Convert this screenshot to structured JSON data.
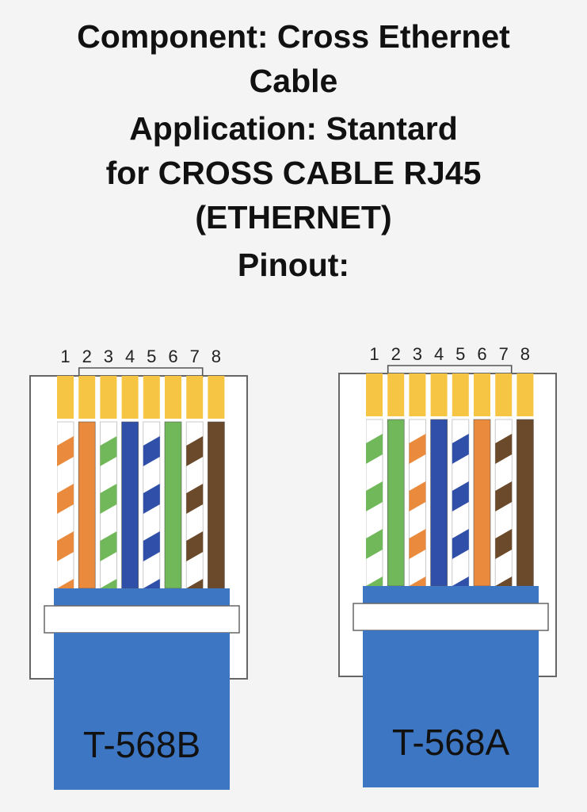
{
  "header": {
    "line1": "Component: Cross Ethernet",
    "line2": "Cable",
    "line3": "Application: Stantard",
    "line4": "for CROSS CABLE RJ45",
    "line5": "(ETHERNET)",
    "line6": "Pinout:"
  },
  "colors": {
    "background": "#f4f4f4",
    "pin_contact": "#f6c544",
    "connector_boot": "#3d76c2",
    "connector_outline": "#666666",
    "orange": "#e98a3d",
    "green": "#70b85a",
    "blue": "#2f4fa8",
    "brown": "#6b4a2b",
    "white": "#ffffff"
  },
  "connectors": [
    {
      "standard": "T-568B",
      "pin_numbers": [
        "1",
        "2",
        "3",
        "4",
        "5",
        "6",
        "7",
        "8"
      ],
      "wires": [
        {
          "pin": 1,
          "color": "orange",
          "striped": true
        },
        {
          "pin": 2,
          "color": "orange",
          "striped": false
        },
        {
          "pin": 3,
          "color": "green",
          "striped": true
        },
        {
          "pin": 4,
          "color": "blue",
          "striped": false
        },
        {
          "pin": 5,
          "color": "blue",
          "striped": true
        },
        {
          "pin": 6,
          "color": "green",
          "striped": false
        },
        {
          "pin": 7,
          "color": "brown",
          "striped": true
        },
        {
          "pin": 8,
          "color": "brown",
          "striped": false
        }
      ]
    },
    {
      "standard": "T-568A",
      "pin_numbers": [
        "1",
        "2",
        "3",
        "4",
        "5",
        "6",
        "7",
        "8"
      ],
      "wires": [
        {
          "pin": 1,
          "color": "green",
          "striped": true
        },
        {
          "pin": 2,
          "color": "green",
          "striped": false
        },
        {
          "pin": 3,
          "color": "orange",
          "striped": true
        },
        {
          "pin": 4,
          "color": "blue",
          "striped": false
        },
        {
          "pin": 5,
          "color": "blue",
          "striped": true
        },
        {
          "pin": 6,
          "color": "orange",
          "striped": false
        },
        {
          "pin": 7,
          "color": "brown",
          "striped": true
        },
        {
          "pin": 8,
          "color": "brown",
          "striped": false
        }
      ]
    }
  ]
}
